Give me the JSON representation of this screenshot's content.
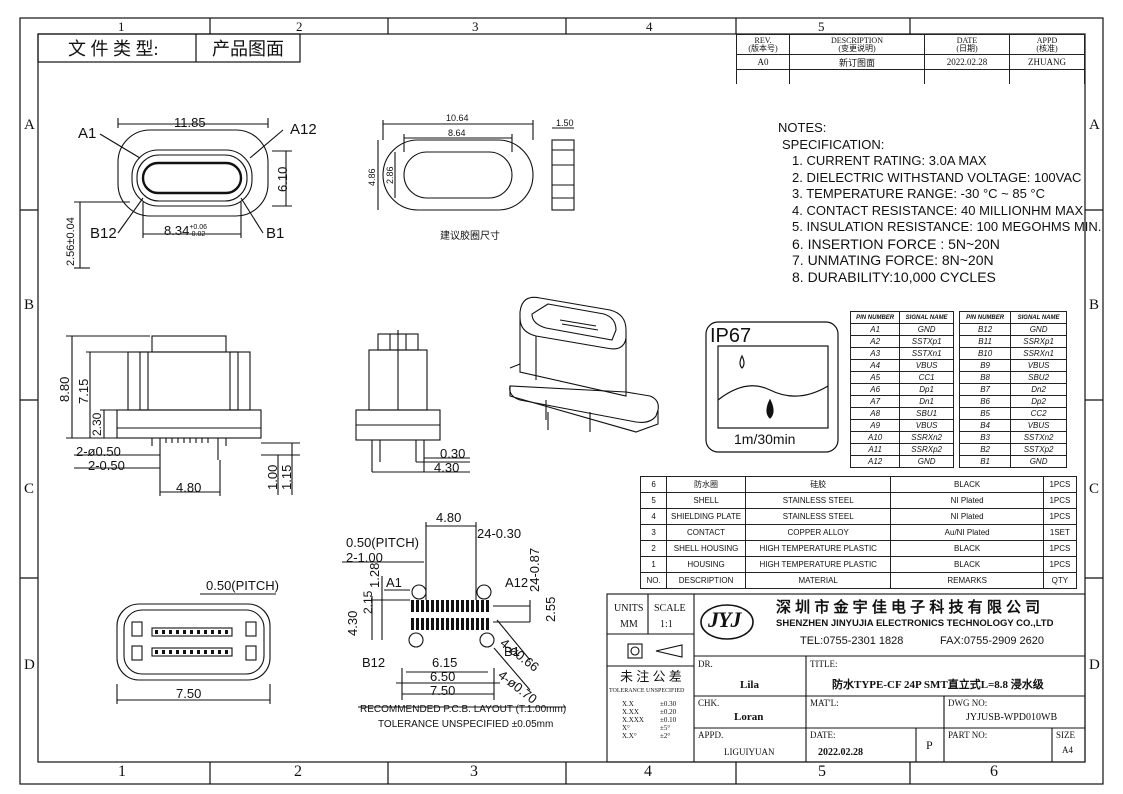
{
  "frame": {
    "col_numbers": [
      "1",
      "2",
      "3",
      "4",
      "5",
      "6"
    ],
    "row_letters": [
      "A",
      "B",
      "C",
      "D"
    ],
    "doc_type_label": "文 件 类 型:",
    "doc_type_value": "产品图面"
  },
  "revision": {
    "headers": [
      {
        "en": "REV.",
        "cn": "(版本号)"
      },
      {
        "en": "DESCRIPTION",
        "cn": "(变更说明)"
      },
      {
        "en": "DATE",
        "cn": "(日期)"
      },
      {
        "en": "APPD",
        "cn": "(核准)"
      }
    ],
    "row": {
      "rev": "A0",
      "desc": "新订图面",
      "date": "2022.02.28",
      "appd": "ZHUANG"
    }
  },
  "top_view": {
    "width": "11.85",
    "left_top": "A1",
    "right_top": "A12",
    "height": "6.10",
    "left_bottom": "B12",
    "opening": "8.34",
    "tol_plus": "+0.06",
    "tol_minus": "-0.02",
    "right_bottom": "B1",
    "side_dim": "2.56±0.04"
  },
  "gasket": {
    "outer": "10.64",
    "inner": "8.64",
    "thickness": "1.50",
    "outer_h": "4.86",
    "inner_h": "2.86",
    "caption": "建议胶圈尺寸"
  },
  "notes": {
    "title": "NOTES:",
    "subtitle": "SPECIFICATION:",
    "items": [
      "1. CURRENT RATING: 3.0A MAX",
      "2. DIELECTRIC WITHSTAND VOLTAGE: 100VAC",
      "3. TEMPERATURE RANGE: -30 °C ~ 85 °C",
      "4. CONTACT RESISTANCE: 40 MILLIONHM MAX",
      "5. INSULATION RESISTANCE: 100 MEGOHMS MIN.",
      "6.  INSERTION  FORCE  :  5N~20N",
      "7.  UNMATING  FORCE:  8N~20N",
      "8.  DURABILITY:10,000  CYCLES"
    ]
  },
  "side_view": {
    "h_total": "8.80",
    "h_body": "7.15",
    "h_base": "2.30",
    "d1": "2-ø0.50",
    "d2": "2-0.50",
    "w": "4.80",
    "f1": "1.00",
    "f2": "1.15"
  },
  "front_view": {
    "d1": "0.30",
    "d2": "4.30"
  },
  "ip_box": {
    "rating": "IP67",
    "spec": "1m/30min"
  },
  "pins": {
    "headers": [
      "PIN NUMBER",
      "SIGNAL NAME",
      "PIN NUMBER",
      "SIGNAL NAME"
    ],
    "rows": [
      [
        "A1",
        "GND",
        "B12",
        "GND"
      ],
      [
        "A2",
        "SSTXp1",
        "B11",
        "SSRXp1"
      ],
      [
        "A3",
        "SSTXn1",
        "B10",
        "SSRXn1"
      ],
      [
        "A4",
        "VBUS",
        "B9",
        "VBUS"
      ],
      [
        "A5",
        "CC1",
        "B8",
        "SBU2"
      ],
      [
        "A6",
        "Dp1",
        "B7",
        "Dn2"
      ],
      [
        "A7",
        "Dn1",
        "B6",
        "Dp2"
      ],
      [
        "A8",
        "SBU1",
        "B5",
        "CC2"
      ],
      [
        "A9",
        "VBUS",
        "B4",
        "VBUS"
      ],
      [
        "A10",
        "SSRXn2",
        "B3",
        "SSTXn2"
      ],
      [
        "A11",
        "SSRXp2",
        "B2",
        "SSTXp2"
      ],
      [
        "A12",
        "GND",
        "B1",
        "GND"
      ]
    ]
  },
  "bom": {
    "rows": [
      [
        "6",
        "防水圈",
        "硅胶",
        "BLACK",
        "1PCS"
      ],
      [
        "5",
        "SHELL",
        "STAINLESS  STEEL",
        "NI   Plated",
        "1PCS"
      ],
      [
        "4",
        "SHIELDING  PLATE",
        "STAINLESS  STEEL",
        "NI    Plated",
        "1PCS"
      ],
      [
        "3",
        "CONTACT",
        "COPPER  ALLOY",
        "Au/NI  Plated",
        "1SET"
      ],
      [
        "2",
        "SHELL  HOUSING",
        "HIGH  TEMPERATURE  PLASTIC",
        "BLACK",
        "1PCS"
      ],
      [
        "1",
        "HOUSING",
        "HIGH  TEMPERATURE  PLASTIC",
        "BLACK",
        "1PCS"
      ]
    ],
    "header": [
      "NO.",
      "DESCRIPTION",
      "MATERIAL",
      "REMARKS",
      "QTY"
    ]
  },
  "pcb": {
    "w1": "4.80",
    "pitch": "0.50(PITCH)",
    "pins": "24-0.30",
    "pin_len": "24-0.87",
    "d1": "2-1.00",
    "h1": "1.28",
    "h2": "2.15",
    "h3": "4.30",
    "h4": "2.55",
    "a1": "A1",
    "a12": "A12",
    "b1": "B1",
    "b12": "B12",
    "hole1": "4-ø0.66",
    "hole2": "4-ø0.70",
    "w2": "6.15",
    "w3": "6.50",
    "w4": "7.50",
    "caption": "RECOMMENDED    P.C.B.  LAYOUT  (T:1.00mm)",
    "tolerance": "TOLERANCE   UNSPECIFIED  ±0.05mm"
  },
  "bottom_view": {
    "pitch": "0.50(PITCH)",
    "width": "7.50"
  },
  "title_block": {
    "units_label": "UNITS",
    "units": "MM",
    "scale_label": "SCALE",
    "scale": "1:1",
    "company_cn": "深 圳 市 金 宇 佳 电 子 科 技 有 限 公 司",
    "company_en": "SHENZHEN JINYUJIA ELECTRONICS TECHNOLOGY CO.,LTD",
    "tel": "TEL:0755-2301 1828",
    "fax": "FAX:0755-2909 2620",
    "logo": "JYJ",
    "tol_title": "未 注 公 差",
    "tol_sub": "TOLERANCE  UNSPECIFIED",
    "tol_rows": [
      [
        "X.X",
        "±0.30"
      ],
      [
        "X.XX",
        "±0.20"
      ],
      [
        "X.XXX",
        "±0.10"
      ],
      [
        "X°",
        "±5°"
      ],
      [
        "X.X°",
        "±2°"
      ]
    ],
    "dr_label": "DR.",
    "dr": "Lila",
    "chk_label": "CHK.",
    "chk": "Loran",
    "appd_label": "APPD.",
    "appd": "LIGUIYUAN",
    "title_label": "TITLE:",
    "title": "防水TYPE-CF 24P SMT直立式L=8.8 浸水级",
    "matl_label": "MAT'L:",
    "dwg_label": "DWG NO:",
    "dwg": "JYJUSB-WPD010WB",
    "date_label": "DATE:",
    "date": "2022.02.28",
    "p": "P",
    "part_label": "PART NO:",
    "size_label": "SIZE",
    "size": "A4"
  }
}
